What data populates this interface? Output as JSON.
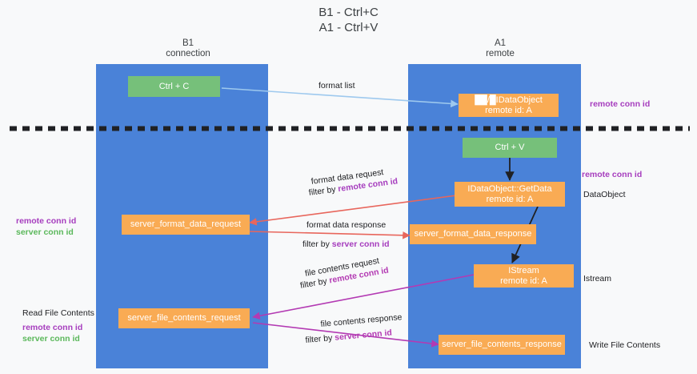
{
  "title": "B1 - Ctrl+C\nA1 - Ctrl+V",
  "lanes": [
    {
      "name": "b1",
      "label": "B1\nconnection"
    },
    {
      "name": "a1",
      "label": "A1\nremote"
    }
  ],
  "boxes": {
    "ctrl_c": "Ctrl + C",
    "idataobject_top": "██/█IDataObject\nremote id: A",
    "ctrl_v": "Ctrl + V",
    "getdata": "IDataObject::GetData\nremote id: A",
    "server_format_data_request": "server_format_data_request",
    "server_format_data_response": "server_format_data_response",
    "istream": "IStream\nremote id: A",
    "server_file_contents_request": "server_file_contents_request",
    "server_file_contents_response": "server_file_contents_response"
  },
  "edges": {
    "format_list": "format list",
    "format_data_request": "format data request",
    "format_data_request_filter_prefix": "filter by ",
    "format_data_request_filter_key": "remote conn id",
    "format_data_response": "format data response",
    "format_data_response_filter_prefix": "filter by ",
    "format_data_response_filter_key": "server conn id",
    "file_contents_request": "file contents request",
    "file_contents_request_filter_prefix": "filter by ",
    "file_contents_request_filter_key": "remote conn id",
    "file_contents_response": "file contents response",
    "file_contents_response_filter_prefix": "filter by ",
    "file_contents_response_filter_key": "server conn id"
  },
  "notes": {
    "right_remote_conn_id_top": "remote conn id",
    "right_remote_conn_id_mid": "remote conn id",
    "right_dataobject": "DataObject",
    "right_istream": "Istream",
    "right_write_file_contents": "Write File Contents",
    "left_remote_conn_id_1": "remote conn id",
    "left_server_conn_id_1": "server conn id",
    "left_read_file_contents": "Read File Contents",
    "left_remote_conn_id_2": "remote conn id",
    "left_server_conn_id_2": "server conn id"
  },
  "colors": {
    "lane": "#4a82d8",
    "green_box": "#76c07a",
    "orange_box": "#f9ab54",
    "purple": "#a63dbe",
    "green_text": "#5bb85b",
    "magenta": "#b33ab3",
    "red_arrow": "#e8665c",
    "blue_arrow": "#9ec9ee",
    "divider": "#202124"
  }
}
